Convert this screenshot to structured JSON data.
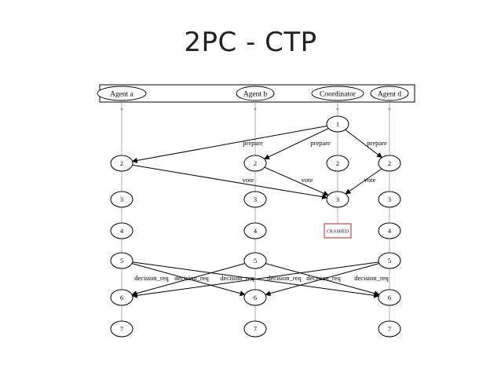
{
  "title": "2PC - CTP",
  "colors": {
    "line": "#000000",
    "lifeline": "#9a9a9a",
    "crashed": "#c0392b"
  },
  "agents": [
    {
      "id": "a",
      "label": "Agent a"
    },
    {
      "id": "b",
      "label": "Agent b"
    },
    {
      "id": "c",
      "label": "Coordinator"
    },
    {
      "id": "d",
      "label": "Agent d"
    }
  ],
  "states": [
    {
      "agent": "c",
      "label": "1",
      "row": 1
    },
    {
      "agent": "a",
      "label": "2",
      "row": 2
    },
    {
      "agent": "b",
      "label": "2",
      "row": 2
    },
    {
      "agent": "c",
      "label": "2",
      "row": 2
    },
    {
      "agent": "d",
      "label": "2",
      "row": 2
    },
    {
      "agent": "a",
      "label": "3",
      "row": 3
    },
    {
      "agent": "b",
      "label": "3",
      "row": 3
    },
    {
      "agent": "c",
      "label": "3",
      "row": 3
    },
    {
      "agent": "d",
      "label": "3",
      "row": 3
    },
    {
      "agent": "a",
      "label": "4",
      "row": 4
    },
    {
      "agent": "b",
      "label": "4",
      "row": 4
    },
    {
      "agent": "c",
      "label": "CRASHED",
      "row": 4,
      "crashed": true
    },
    {
      "agent": "d",
      "label": "4",
      "row": 4
    },
    {
      "agent": "a",
      "label": "5",
      "row": 5
    },
    {
      "agent": "b",
      "label": "5",
      "row": 5
    },
    {
      "agent": "d",
      "label": "5",
      "row": 5
    },
    {
      "agent": "a",
      "label": "6",
      "row": 6
    },
    {
      "agent": "b",
      "label": "6",
      "row": 6
    },
    {
      "agent": "d",
      "label": "6",
      "row": 6
    },
    {
      "agent": "a",
      "label": "7",
      "row": 7
    },
    {
      "agent": "b",
      "label": "7",
      "row": 7
    },
    {
      "agent": "d",
      "label": "7",
      "row": 7
    }
  ],
  "messages": [
    {
      "from": "c",
      "fromRow": 1,
      "to": "a",
      "toRow": 2,
      "label": ""
    },
    {
      "from": "c",
      "fromRow": 1,
      "to": "b",
      "toRow": 2,
      "label": "prepare"
    },
    {
      "from": "c",
      "fromRow": 1,
      "to": "d",
      "toRow": 2,
      "label": "prepare"
    },
    {
      "from": "a",
      "fromRow": 2,
      "to": "c",
      "toRow": 3,
      "label": ""
    },
    {
      "from": "b",
      "fromRow": 2,
      "to": "c",
      "toRow": 3,
      "label": "vote"
    },
    {
      "from": "d",
      "fromRow": 2,
      "to": "c",
      "toRow": 3,
      "label": "vote"
    },
    {
      "from": "a",
      "fromRow": 5,
      "to": "b",
      "toRow": 6,
      "label": ""
    },
    {
      "from": "a",
      "fromRow": 5,
      "to": "d",
      "toRow": 6,
      "label": ""
    },
    {
      "from": "b",
      "fromRow": 5,
      "to": "a",
      "toRow": 6,
      "label": ""
    },
    {
      "from": "b",
      "fromRow": 5,
      "to": "d",
      "toRow": 6,
      "label": ""
    },
    {
      "from": "d",
      "fromRow": 5,
      "to": "a",
      "toRow": 6,
      "label": ""
    },
    {
      "from": "d",
      "fromRow": 5,
      "to": "b",
      "toRow": 6,
      "label": ""
    }
  ],
  "labels": [
    {
      "text": "prepare",
      "id": "prepare-label-1"
    },
    {
      "text": "prepare",
      "id": "prepare-label-2"
    },
    {
      "text": "prepare",
      "id": "prepare-label-3"
    },
    {
      "text": "vote",
      "id": "vote-label-1"
    },
    {
      "text": "vote",
      "id": "vote-label-2"
    },
    {
      "text": "vote",
      "id": "vote-label-3"
    },
    {
      "text": "decision_req",
      "id": "decision-label-1"
    },
    {
      "text": "decision_req",
      "id": "decision-label-2"
    },
    {
      "text": "decision_req",
      "id": "decision-label-3"
    },
    {
      "text": "decision_req",
      "id": "decision-label-4"
    },
    {
      "text": "decision_req",
      "id": "decision-label-5"
    },
    {
      "text": "decision_req",
      "id": "decision-label-6"
    }
  ]
}
